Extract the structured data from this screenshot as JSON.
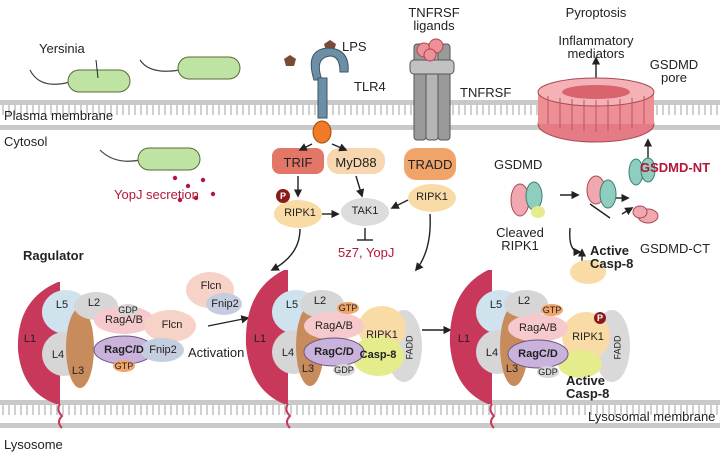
{
  "labels": {
    "yersinia": "Yersinia",
    "lps": "LPS",
    "tlr4": "TLR4",
    "tnfrsf_ligands": "TNFRSF\nligands",
    "tnfrsf": "TNFRSF",
    "pyroptosis": "Pyroptosis",
    "inflammatory_mediators": "Inflammatory\nmediators",
    "gsdmd_pore": "GSDMD\npore",
    "plasma_membrane": "Plasma membrane",
    "cytosol": "Cytosol",
    "yopj_secretion": "YopJ secretion",
    "trif": "TRIF",
    "myd88": "MyD88",
    "tradd": "TRADD",
    "p": "P",
    "ripk1": "RIPK1",
    "tak1": "TAK1",
    "inhibitor": "5z7, YopJ",
    "gsdmd": "GSDMD",
    "gsdmd_nt": "GSDMD-NT",
    "gsdmd_ct": "GSDMD-CT",
    "cleaved_ripk1": "Cleaved\nRIPK1",
    "active_casp8": "Active\nCasp-8",
    "ragulator": "Ragulator",
    "flcn": "Flcn",
    "fnip2": "Fnip2",
    "activation": "Activation",
    "l1": "L1",
    "l2": "L2",
    "l3": "L3",
    "l4": "L4",
    "l5": "L5",
    "gdp": "GDP",
    "gtp": "GTP",
    "raga_b": "RagA/B",
    "ragc_d": "RagC/D",
    "casp8": "Casp-8",
    "fadd": "FADD",
    "lysosomal_membrane": "Lysosomal membrane",
    "lysosome": "Lysosome"
  },
  "colors": {
    "membrane": "#c9c9c9",
    "l1": "#c8385a",
    "l5": "#cfe3ef",
    "l4": "#d6d6d6",
    "l3": "#c88b5c",
    "rag_ab": "#f6c9cc",
    "rag_cd": "#c9b3dc",
    "flcn": "#f7d2c7",
    "fnip2": "#c5cde0",
    "casp8": "#e4ec8c",
    "ripk1": "#f9dba6",
    "fadd": "#d9d9d9",
    "trif": "#e37767",
    "myd88": "#f8d6b0",
    "tradd": "#f1a46a",
    "gsdmd_pore": "#ee8e95",
    "gsdmd_ct": "#f1a7b0",
    "gsdmd_nt": "#8ecdc0",
    "bacteria": "#bfe3a2",
    "accent_red": "#b3163a"
  }
}
